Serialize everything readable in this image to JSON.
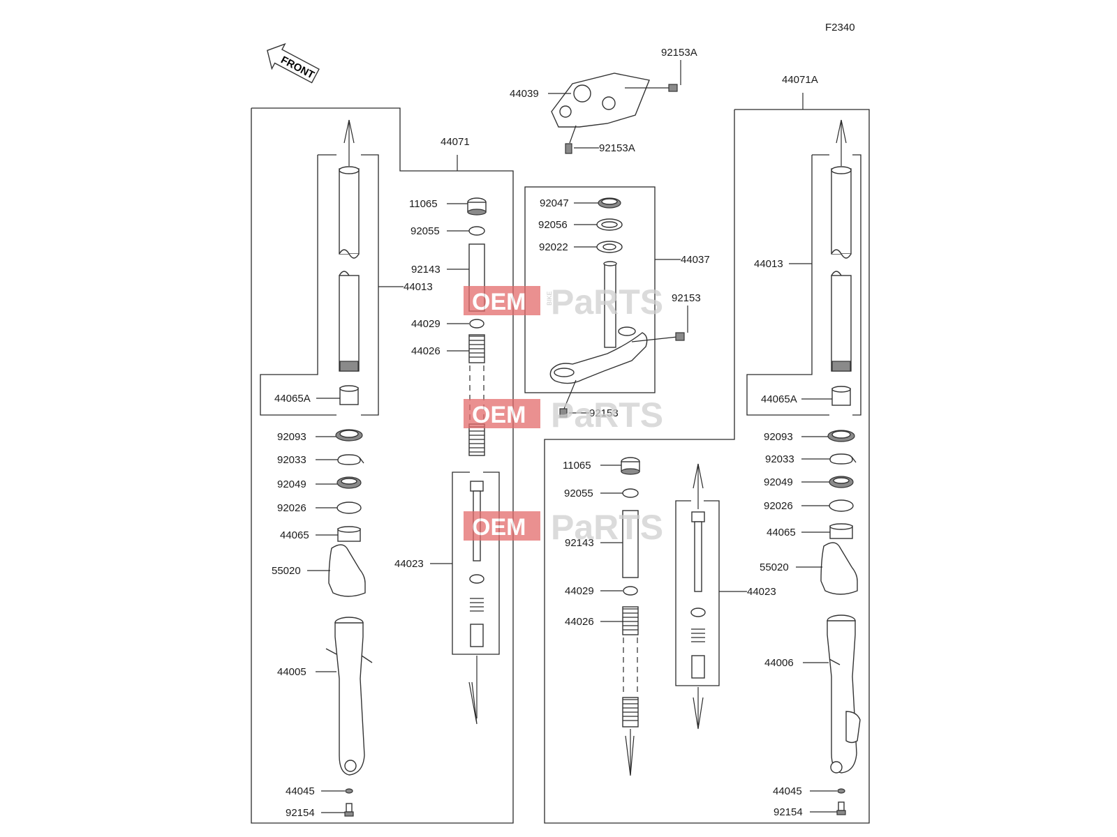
{
  "diagram_code": "F2340",
  "direction_label": "FRONT",
  "watermark": {
    "oem": "OEM",
    "bike": "BIKE",
    "parts": "PaRTS"
  },
  "labels": {
    "l_11065": "11065",
    "l_92055": "92055",
    "l_92143": "92143",
    "l_44029": "44029",
    "l_44026": "44026",
    "l_44023": "44023",
    "l_44071": "44071",
    "l_44013": "44013",
    "l_44065A": "44065A",
    "l_92093": "92093",
    "l_92033": "92033",
    "l_92049": "92049",
    "l_92026": "92026",
    "l_44065": "44065",
    "l_55020": "55020",
    "l_44005": "44005",
    "l_44045": "44045",
    "l_92154": "92154",
    "c_44039": "44039",
    "c_92153A_top": "92153A",
    "c_92153A_bot": "92153A",
    "c_92047": "92047",
    "c_92056": "92056",
    "c_92022": "92022",
    "c_44037": "44037",
    "c_92153_right": "92153",
    "c_92153_bot": "92153",
    "r_44071A": "44071A",
    "r_44013": "44013",
    "r_44065A": "44065A",
    "r_92093": "92093",
    "r_92033": "92033",
    "r_92049": "92049",
    "r_92026": "92026",
    "r_44065": "44065",
    "r_55020": "55020",
    "r_44006": "44006",
    "r_44045": "44045",
    "r_92154": "92154",
    "m_11065": "11065",
    "m_92055": "92055",
    "m_92143": "92143",
    "m_44029": "44029",
    "m_44026": "44026",
    "m_44023": "44023"
  }
}
